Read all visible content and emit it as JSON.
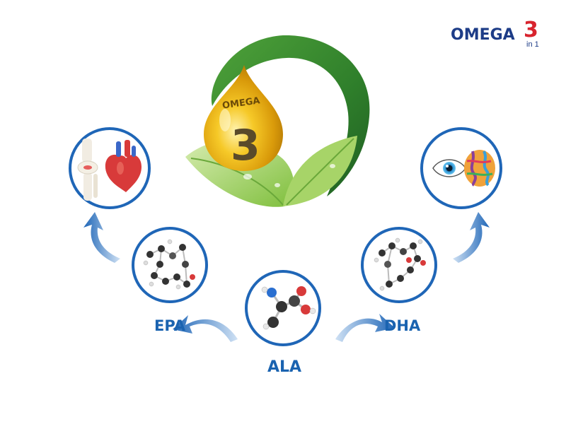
{
  "brand": {
    "word": "OMEGA",
    "number": "3",
    "suffix": "in 1"
  },
  "drop": {
    "word": "OMEGA",
    "number": "3"
  },
  "nodes": {
    "ala": "ALA",
    "epa": "EPA",
    "dha": "DHA"
  },
  "colors": {
    "navy": "#1d3c87",
    "brand_red": "#d8242e",
    "ring_blue": "#1f66b7",
    "label_blue": "#1a63b0",
    "leaf_dark": "#2a7a2a",
    "leaf_light": "#9ccf55",
    "oil_gold": "#f3b81c"
  }
}
